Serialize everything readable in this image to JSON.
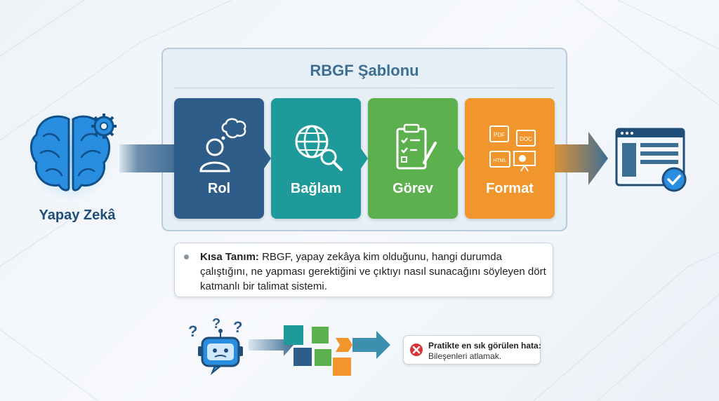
{
  "template": {
    "title": "RBGF Şablonu",
    "steps": [
      {
        "label": "Rol",
        "icon": "person-thought-icon",
        "color": "#2f5d8a"
      },
      {
        "label": "Bağlam",
        "icon": "globe-search-icon",
        "color": "#1f9a9a"
      },
      {
        "label": "Görev",
        "icon": "clipboard-checklist-icon",
        "color": "#5cb14e"
      },
      {
        "label": "Format",
        "icon": "document-formats-icon",
        "color": "#f0962c"
      }
    ],
    "format_tags": [
      "PDF",
      "DOC",
      "HTML"
    ]
  },
  "input": {
    "label": "Yapay Zekâ",
    "icon": "brain-gear-icon",
    "color": "#2a8ee0"
  },
  "output": {
    "icon": "verified-window-icon"
  },
  "definition": {
    "heading": "Kısa Tanım:",
    "text": " RBGF, yapay zekâya kim olduğunu, hangi durumda çalıştığını, ne yapması gerektiğini ve çıktıyı nasıl sunacağını söyleyen dört katmanlı bir talimat sistemi."
  },
  "error": {
    "title": "Pratikte en sık görülen hata:",
    "body": "Bileşenleri atlamak.",
    "color": "#d9343a"
  },
  "colors": {
    "primary_text": "#1f4e78",
    "accent": "#3d6f93"
  }
}
